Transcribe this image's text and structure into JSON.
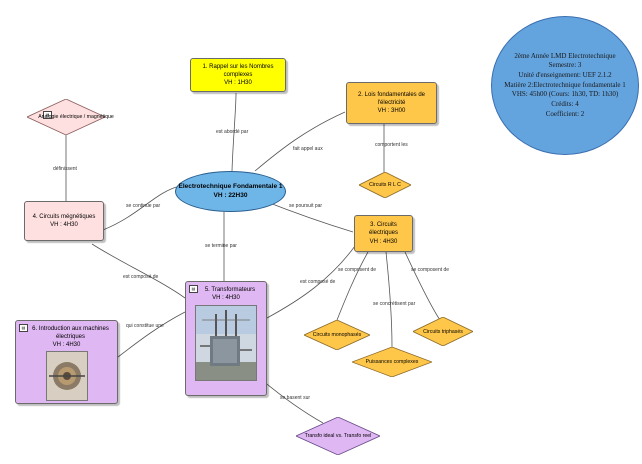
{
  "diagram": {
    "central": {
      "title": "Electrotechnique Fondamentale 1",
      "sub": "VH : 22H30"
    },
    "rappel": {
      "title": "1. Rappel sur les Nombres complexes",
      "sub": "VH : 1H30"
    },
    "lois": {
      "title": "2. Lois fondamentales de l'électricité",
      "sub": "VH : 3H00"
    },
    "circuits_elec": {
      "title": "3. Circuits électriques",
      "sub": "VH : 4H30"
    },
    "magnetiques": {
      "title": "4. Circuits mégnétiques",
      "sub": "VH : 4H30"
    },
    "transfo": {
      "title": "5. Transformateurs",
      "sub": "VH : 4H30"
    },
    "machines": {
      "title": "6. Introduction aux machines électriques",
      "sub": "VH : 4H30"
    },
    "analogie": {
      "label": "Analogie électrique / magnétique"
    },
    "rlc": {
      "label": "Circuits R L C"
    },
    "mono": {
      "label": "Circuits monophasés"
    },
    "tri": {
      "label": "Circuits triphasés"
    },
    "puissances": {
      "label": "Puissances complexes"
    },
    "ideal": {
      "label": "Transfo ideal vs. Transfo reel"
    },
    "edge_labels": {
      "est_aborde_par": "est abordé par",
      "fait_appel_aux": "fait appel aux",
      "comportent_les": "comportent les",
      "se_poursuit_par": "se poursuit par",
      "se_continue_par": "se continue par",
      "se_termine_par": "se termine par",
      "definissent": "définissent",
      "est_compose_de_1": "est composé de",
      "est_compose_de_2": "est composé de",
      "se_composent_de_1": "se composent de",
      "se_composent_de_2": "se composent de",
      "se_concretisent_par": "se concrétisent par",
      "qui_constitue_une": "qui constitue une",
      "se_basent_sur": "se basent sur"
    }
  },
  "info_box": {
    "line1": "2ème Année LMD Electrotechnique",
    "line2": "Semestre: 3",
    "line3": "Unité d'enseignement: UEF 2.1.2",
    "line4": "Matière 2:Electrotechnique fondamentale 1",
    "line5": "VHS: 45h00 (Cours: 1h30, TD: 1h30)",
    "line6": "Crédits: 4",
    "line7": "Coefficient: 2"
  },
  "colors": {
    "central_fill": "#6fb6e8",
    "rappel_fill": "#ffff00",
    "orange_fill": "#ffc74a",
    "pink_fill": "#ffe0e0",
    "purple_fill": "#dfb7f2",
    "info_fill": "#63a3de"
  }
}
